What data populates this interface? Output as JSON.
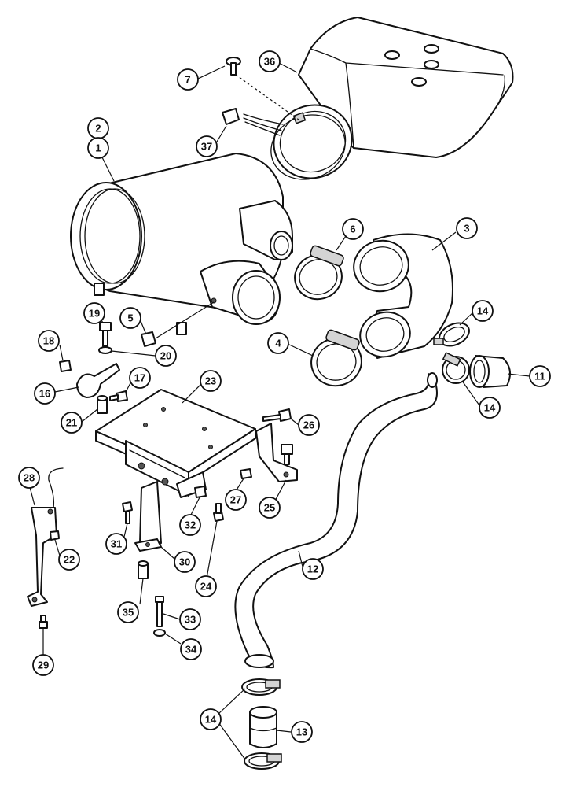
{
  "diagram": {
    "callouts": [
      {
        "id": "c36",
        "label": "36"
      },
      {
        "id": "c7",
        "label": "7"
      },
      {
        "id": "c2",
        "label": "2"
      },
      {
        "id": "c1",
        "label": "1"
      },
      {
        "id": "c37",
        "label": "37"
      },
      {
        "id": "c3",
        "label": "3"
      },
      {
        "id": "c6",
        "label": "6"
      },
      {
        "id": "c19",
        "label": "19"
      },
      {
        "id": "c5",
        "label": "5"
      },
      {
        "id": "c14a",
        "label": "14"
      },
      {
        "id": "c18",
        "label": "18"
      },
      {
        "id": "c20",
        "label": "20"
      },
      {
        "id": "c4",
        "label": "4"
      },
      {
        "id": "c11",
        "label": "11"
      },
      {
        "id": "c17",
        "label": "17"
      },
      {
        "id": "c23",
        "label": "23"
      },
      {
        "id": "c16",
        "label": "16"
      },
      {
        "id": "c14b",
        "label": "14"
      },
      {
        "id": "c21",
        "label": "21"
      },
      {
        "id": "c26",
        "label": "26"
      },
      {
        "id": "c28",
        "label": "28"
      },
      {
        "id": "c27",
        "label": "27"
      },
      {
        "id": "c32",
        "label": "32"
      },
      {
        "id": "c25",
        "label": "25"
      },
      {
        "id": "c31",
        "label": "31"
      },
      {
        "id": "c22",
        "label": "22"
      },
      {
        "id": "c30",
        "label": "30"
      },
      {
        "id": "c12",
        "label": "12"
      },
      {
        "id": "c24",
        "label": "24"
      },
      {
        "id": "c35",
        "label": "35"
      },
      {
        "id": "c33",
        "label": "33"
      },
      {
        "id": "c34",
        "label": "34"
      },
      {
        "id": "c29",
        "label": "29"
      },
      {
        "id": "c14c",
        "label": "14"
      },
      {
        "id": "c13",
        "label": "13"
      }
    ]
  }
}
